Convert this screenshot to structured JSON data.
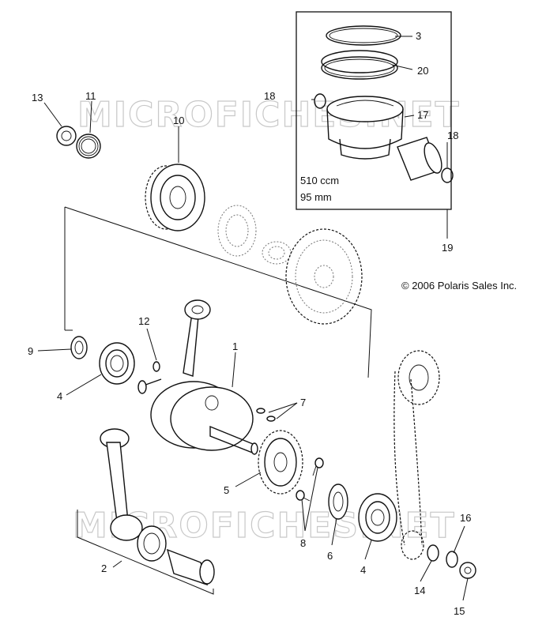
{
  "watermark": {
    "text_top": "MICROFICHES.NET",
    "text_bottom": "MICROFICHES.NET"
  },
  "copyright": "© 2006 Polaris Sales Inc.",
  "piston_kit": {
    "displacement": "510 ccm",
    "bore": "95 mm"
  },
  "callouts": {
    "c1": "1",
    "c2": "2",
    "c3": "3",
    "c4a": "4",
    "c4b": "4",
    "c5": "5",
    "c6": "6",
    "c7": "7",
    "c8": "8",
    "c9": "9",
    "c10": "10",
    "c11": "11",
    "c12": "12",
    "c13": "13",
    "c14": "14",
    "c15": "15",
    "c16": "16",
    "c17": "17",
    "c18a": "18",
    "c18b": "18",
    "c19": "19",
    "c20": "20"
  }
}
